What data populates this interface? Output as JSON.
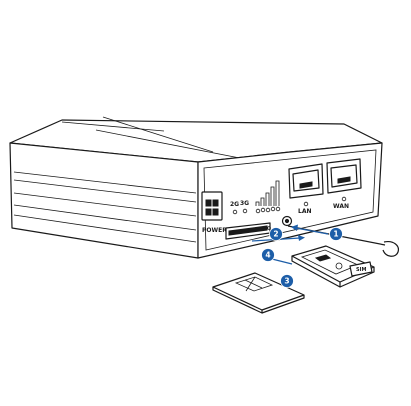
{
  "labels": {
    "power": "POWER",
    "net_2g": "2G",
    "net_3g": "3G",
    "lan": "LAN",
    "wan": "WAN",
    "sim": "SIM"
  },
  "steps": [
    "1",
    "2",
    "3",
    "4"
  ],
  "colors": {
    "outline": "#1a1a1a",
    "step_marker": "#1d5ea8",
    "background": "#ffffff"
  }
}
